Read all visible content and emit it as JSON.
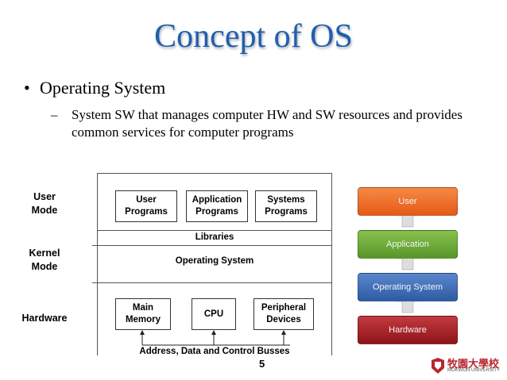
{
  "slide": {
    "title": "Concept of OS",
    "bullet": "Operating System",
    "sub_dash": "–",
    "sub_text": "System SW that manages computer HW and SW resources and provides common services for computer programs",
    "page_number": "5"
  },
  "modes": {
    "user_mode": "User Mode",
    "kernel_mode": "Kernel Mode",
    "hardware": "Hardware"
  },
  "diagram": {
    "user_programs": "User Programs",
    "application_programs": "Application Programs",
    "systems_programs": "Systems Programs",
    "libraries": "Libraries",
    "operating_system": "Operating System",
    "main_memory": "Main Memory",
    "cpu": "CPU",
    "peripheral_devices": "Peripheral Devices",
    "busses": "Address, Data and Control Busses"
  },
  "stack": {
    "user": "User",
    "application": "Application",
    "os": "Operating System",
    "hardware": "Hardware",
    "colors": {
      "user": "#ee6a25",
      "application": "#66a62c",
      "os": "#3b68b0",
      "hardware": "#a31d23"
    }
  },
  "logo": {
    "name": "牧園大學校",
    "english": "MOKWON UNIVERSITY",
    "color": "#b8272f"
  }
}
